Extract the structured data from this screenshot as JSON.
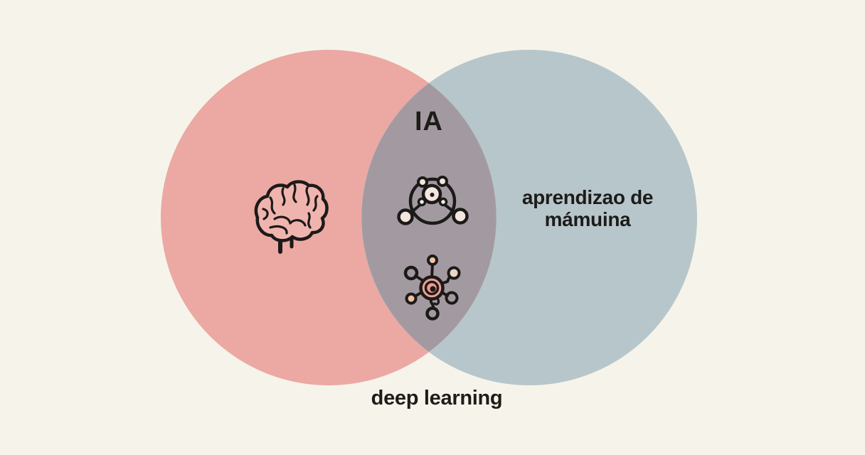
{
  "diagram": {
    "type": "venn",
    "background_color": "#f6f4ea",
    "line_color": "#1c1a18",
    "text_color": "#1d1c1a",
    "circles": [
      {
        "side": "left",
        "color": "#eca8a3",
        "label": "",
        "icon": "brain-icon"
      },
      {
        "side": "right",
        "color": "#b7c6ca",
        "label": "aprendizao de mámuina"
      }
    ],
    "overlap": {
      "label": "IA",
      "color": "#a39aa1",
      "icons": [
        "neural-network-icon",
        "hub-network-icon"
      ]
    },
    "caption": "deep learning",
    "icon_palette": {
      "node_cream": "#f2e6de",
      "node_peach": "#f2c3a7",
      "hub_salmon": "#eb9e95",
      "brain_fill": "#f0b4ae"
    }
  }
}
